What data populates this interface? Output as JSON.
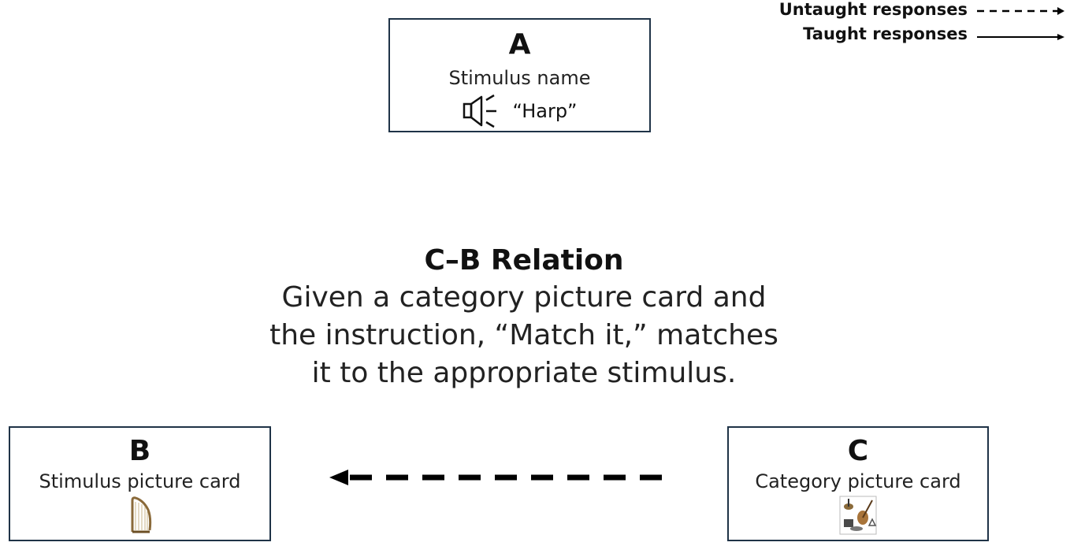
{
  "legend": {
    "untaught_label": "Untaught responses",
    "taught_label": "Taught responses"
  },
  "node_a": {
    "letter": "A",
    "description": "Stimulus name",
    "spoken_word": "“Harp”",
    "icon": "speaker-icon"
  },
  "node_b": {
    "letter": "B",
    "description": "Stimulus picture card",
    "icon": "harp-picture"
  },
  "node_c": {
    "letter": "C",
    "description": "Category picture card",
    "icon": "instruments-picture"
  },
  "relation": {
    "title": "C–B Relation",
    "line1": "Given a category picture card and",
    "line2": "the instruction, “Match it,” matches",
    "line3": "it to the appropriate stimulus."
  },
  "colors": {
    "box_border": "#1f3347",
    "text": "#111111"
  }
}
